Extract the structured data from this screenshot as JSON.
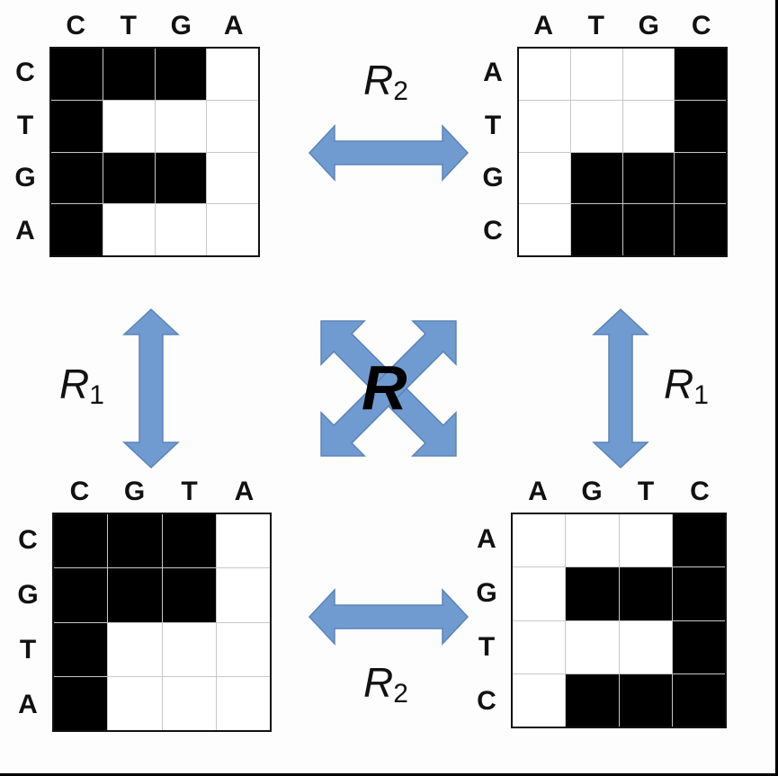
{
  "panels": [
    {
      "id": "top-left",
      "cols": [
        "C",
        "T",
        "G",
        "A"
      ],
      "rows": [
        "C",
        "T",
        "G",
        "A"
      ],
      "matrix": [
        [
          1,
          1,
          1,
          0
        ],
        [
          1,
          0,
          0,
          0
        ],
        [
          1,
          1,
          1,
          0
        ],
        [
          1,
          0,
          0,
          0
        ]
      ]
    },
    {
      "id": "top-right",
      "cols": [
        "A",
        "T",
        "G",
        "C"
      ],
      "rows": [
        "A",
        "T",
        "G",
        "C"
      ],
      "matrix": [
        [
          0,
          0,
          0,
          1
        ],
        [
          0,
          0,
          0,
          1
        ],
        [
          0,
          1,
          1,
          1
        ],
        [
          0,
          1,
          1,
          1
        ]
      ]
    },
    {
      "id": "bottom-left",
      "cols": [
        "C",
        "G",
        "T",
        "A"
      ],
      "rows": [
        "C",
        "G",
        "T",
        "A"
      ],
      "matrix": [
        [
          1,
          1,
          1,
          0
        ],
        [
          1,
          1,
          1,
          0
        ],
        [
          1,
          0,
          0,
          0
        ],
        [
          1,
          0,
          0,
          0
        ]
      ]
    },
    {
      "id": "bottom-right",
      "cols": [
        "A",
        "G",
        "T",
        "C"
      ],
      "rows": [
        "A",
        "G",
        "T",
        "C"
      ],
      "matrix": [
        [
          0,
          0,
          0,
          1
        ],
        [
          0,
          1,
          1,
          1
        ],
        [
          0,
          0,
          0,
          1
        ],
        [
          0,
          1,
          1,
          1
        ]
      ]
    }
  ],
  "relations": {
    "top": {
      "symbol": "R",
      "subscript": "2"
    },
    "bottom": {
      "symbol": "R",
      "subscript": "2"
    },
    "left": {
      "symbol": "R",
      "subscript": "1"
    },
    "right": {
      "symbol": "R",
      "subscript": "1"
    },
    "center": {
      "symbol": "R"
    }
  },
  "colors": {
    "arrow": "#6f9bd1",
    "arrow_stroke": "#5b84b8",
    "filled": "#000000",
    "empty": "#ffffff"
  }
}
